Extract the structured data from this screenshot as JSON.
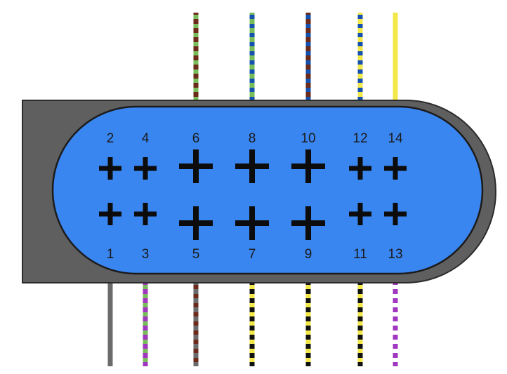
{
  "colors": {
    "housing": "#5f5f5f",
    "housing_stroke": "#2b2b2b",
    "face": "#3a86f0",
    "face_stroke": "#1b1b1b",
    "cross": "#0c0c0c",
    "label": "#1a1a1a"
  },
  "pins": [
    {
      "number": "1",
      "row": "bottom",
      "wire": [
        "#6b6b6b",
        "#6b6b6b"
      ]
    },
    {
      "number": "2",
      "row": "top",
      "wire": null
    },
    {
      "number": "3",
      "row": "bottom",
      "wire": [
        "#a136c1",
        "#79bd5a"
      ]
    },
    {
      "number": "4",
      "row": "top",
      "wire": null
    },
    {
      "number": "5",
      "row": "bottom",
      "wire": [
        "#6b6b6b",
        "#6b2a1a"
      ]
    },
    {
      "number": "6",
      "row": "top",
      "wire": [
        "#6b2a1a",
        "#79bd5a"
      ]
    },
    {
      "number": "7",
      "row": "bottom",
      "wire": [
        "#111111",
        "#f3e84a"
      ]
    },
    {
      "number": "8",
      "row": "top",
      "wire": [
        "#79bd5a",
        "#1552b0"
      ]
    },
    {
      "number": "9",
      "row": "bottom",
      "wire": [
        "#111111",
        "#f3e84a"
      ]
    },
    {
      "number": "10",
      "row": "top",
      "wire": [
        "#6b2a1a",
        "#1552b0"
      ]
    },
    {
      "number": "11",
      "row": "bottom",
      "wire": [
        "#111111",
        "#f3e84a"
      ]
    },
    {
      "number": "12",
      "row": "top",
      "wire": [
        "#f3e84a",
        "#1552b0"
      ]
    },
    {
      "number": "13",
      "row": "bottom",
      "wire": [
        "#a136c1",
        "#ffffff"
      ]
    },
    {
      "number": "14",
      "row": "top",
      "wire": [
        "#f3e84a",
        "#f3e84a"
      ]
    }
  ]
}
